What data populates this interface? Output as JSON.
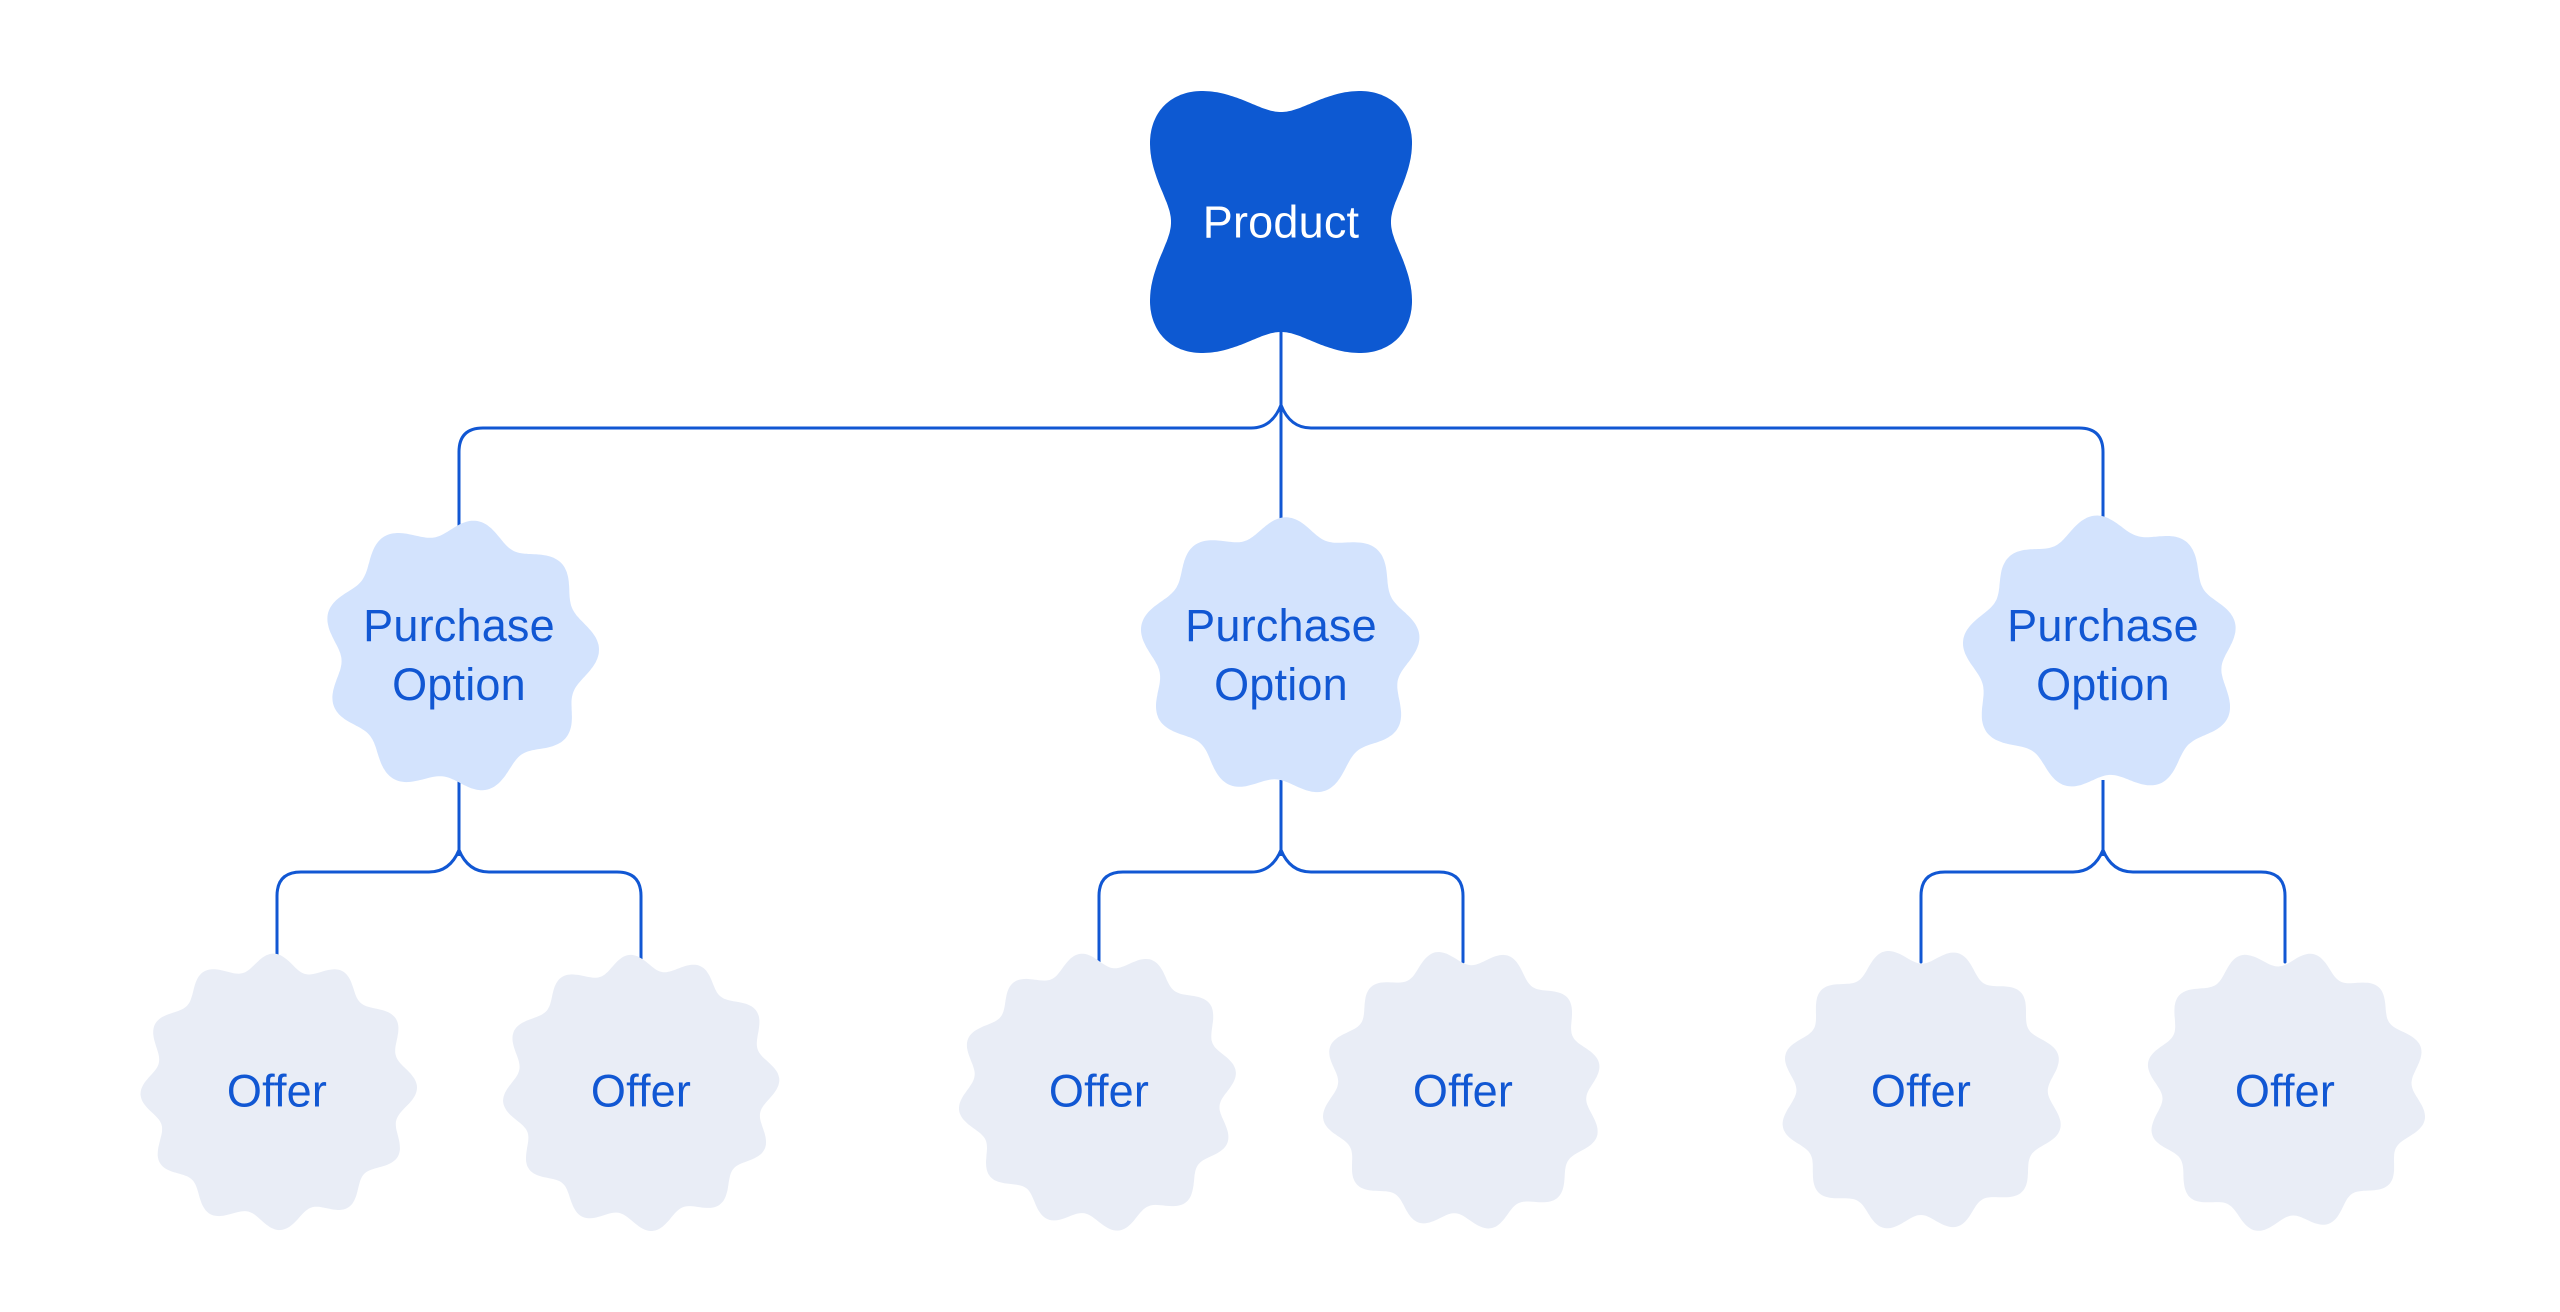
{
  "diagram": {
    "root": {
      "label": "Product"
    },
    "purchase_options": [
      {
        "label": "Purchase Option",
        "offers": [
          {
            "label": "Offer"
          },
          {
            "label": "Offer"
          }
        ]
      },
      {
        "label": "Purchase Option",
        "offers": [
          {
            "label": "Offer"
          },
          {
            "label": "Offer"
          }
        ]
      },
      {
        "label": "Purchase Option",
        "offers": [
          {
            "label": "Offer"
          },
          {
            "label": "Offer"
          }
        ]
      }
    ],
    "colors": {
      "background": "#ffffff",
      "root_fill": "#0d59d2",
      "root_text": "#ffffff",
      "option_fill": "#d3e3fd",
      "offer_fill": "#e9edf6",
      "node_text": "#1157d3",
      "connector": "#1157d3"
    }
  }
}
